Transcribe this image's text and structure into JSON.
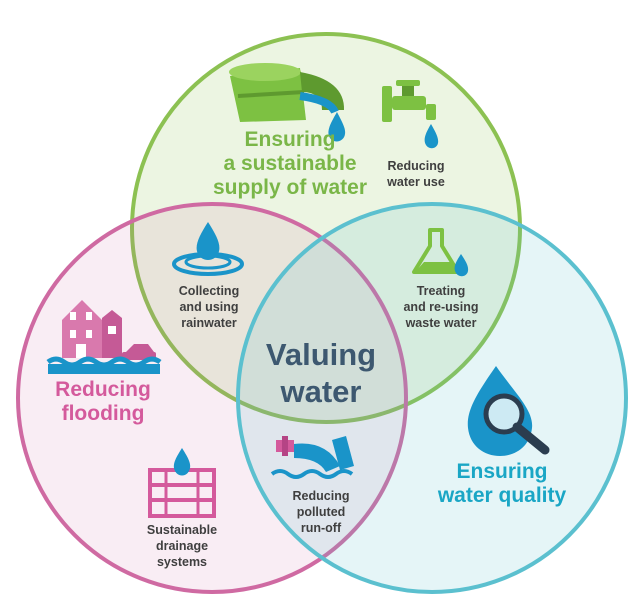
{
  "colors": {
    "green": "#8cc152",
    "pink": "#cf6aa2",
    "teal": "#5bc0cf",
    "blue": "#1a94c9",
    "center_text": "#3d5870",
    "small_text": "#3f3f3f"
  },
  "circles": {
    "supply": {
      "lines": [
        "Ensuring",
        "a sustainable",
        "supply of water"
      ],
      "color": "#7ab648"
    },
    "flooding": {
      "lines": [
        "Reducing",
        "flooding"
      ],
      "color": "#d45a9c"
    },
    "quality": {
      "lines": [
        "Ensuring",
        "water quality"
      ],
      "color": "#1aa6c5"
    }
  },
  "center": {
    "lines": [
      "Valuing",
      "water"
    ]
  },
  "items": {
    "reducing_water_use": {
      "lines": [
        "Reducing",
        "water use"
      ],
      "icon": "tap-icon"
    },
    "collecting_rainwater": {
      "lines": [
        "Collecting",
        "and using",
        "rainwater"
      ],
      "icon": "water-drop-ripple-icon"
    },
    "treating_waste_water": {
      "lines": [
        "Treating",
        "and re-using",
        "waste water"
      ],
      "icon": "flask-icon"
    },
    "reducing_polluted_runoff": {
      "lines": [
        "Reducing",
        "polluted",
        "run-off"
      ],
      "icon": "outfall-pipe-icon"
    },
    "sustainable_drainage": {
      "lines": [
        "Sustainable",
        "drainage",
        "systems"
      ],
      "icon": "drainage-crate-icon"
    },
    "flooding_icon": {
      "icon": "flooded-house-icon"
    },
    "supply_icon": {
      "icon": "bucket-pouring-icon"
    },
    "quality_icon": {
      "icon": "magnifier-drop-icon"
    }
  }
}
